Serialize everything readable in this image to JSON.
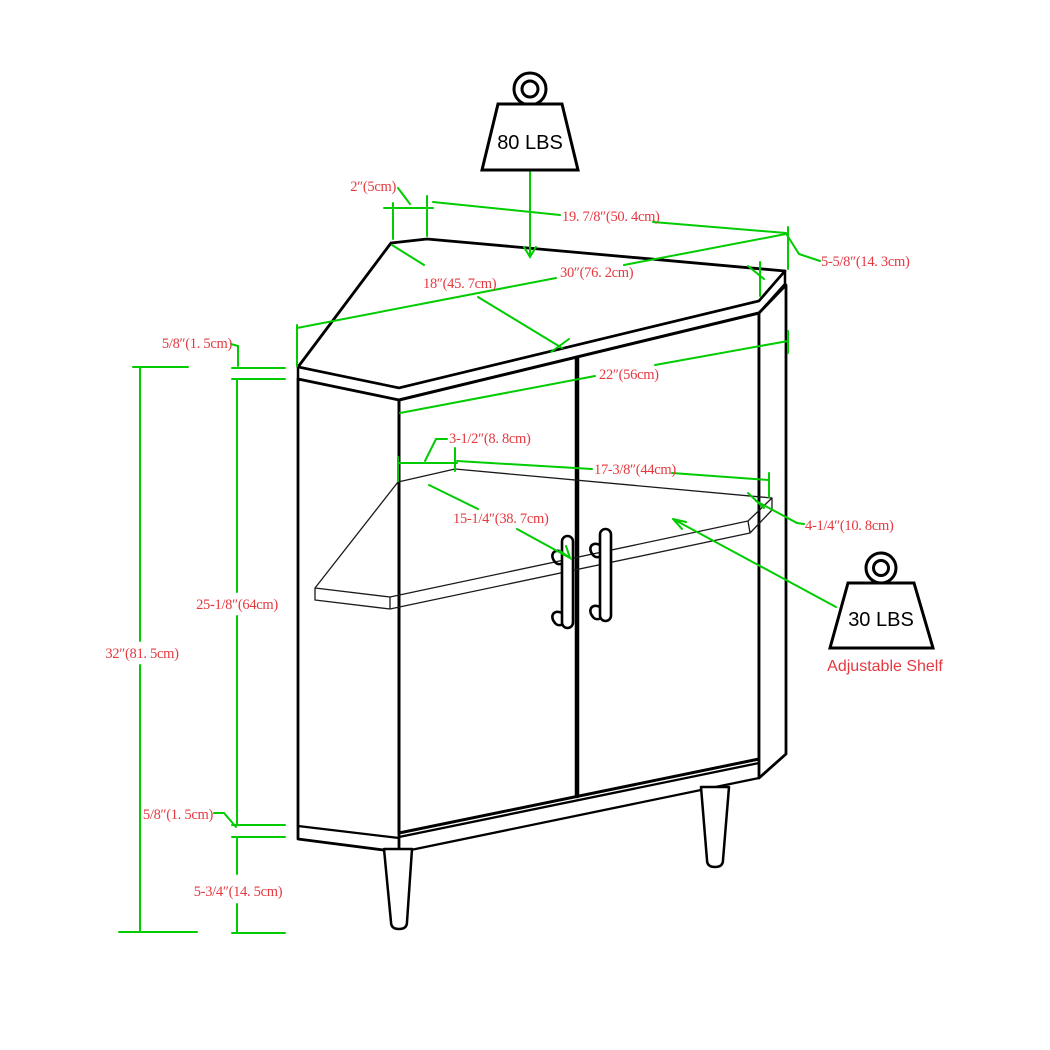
{
  "diagram": {
    "kind": "corner-cabinet-dimension-drawing",
    "colors": {
      "outline": "#000000",
      "dimension_line": "#00cc00",
      "label_text": "#e53940"
    },
    "weight_top": {
      "label": "80 LBS"
    },
    "weight_shelf": {
      "label": "30 LBS",
      "caption": "Adjustable Shelf"
    },
    "dims": {
      "corner_cut": "2″(5cm)",
      "back_edge": "19. 7/8″(50. 4cm)",
      "left_depth": "18″(45. 7cm)",
      "top_front_width": "30″(76. 2cm)",
      "right_edge": "5-5/8″(14. 3cm)",
      "top_thickness": "5/8″(1. 5cm)",
      "front_width": "22″(56cm)",
      "shelf_setback": "3-1/2″(8. 8cm)",
      "shelf_front_width": "17-3/8″(44cm)",
      "shelf_depth": "15-1/4″(38. 7cm)",
      "shelf_right_edge": "4-1/4″(10. 8cm)",
      "interior_height": "25-1/8″(64cm)",
      "overall_height": "32″(81. 5cm)",
      "base_thickness": "5/8″(1. 5cm)",
      "leg_height": "5-3/4″(14. 5cm)"
    }
  }
}
